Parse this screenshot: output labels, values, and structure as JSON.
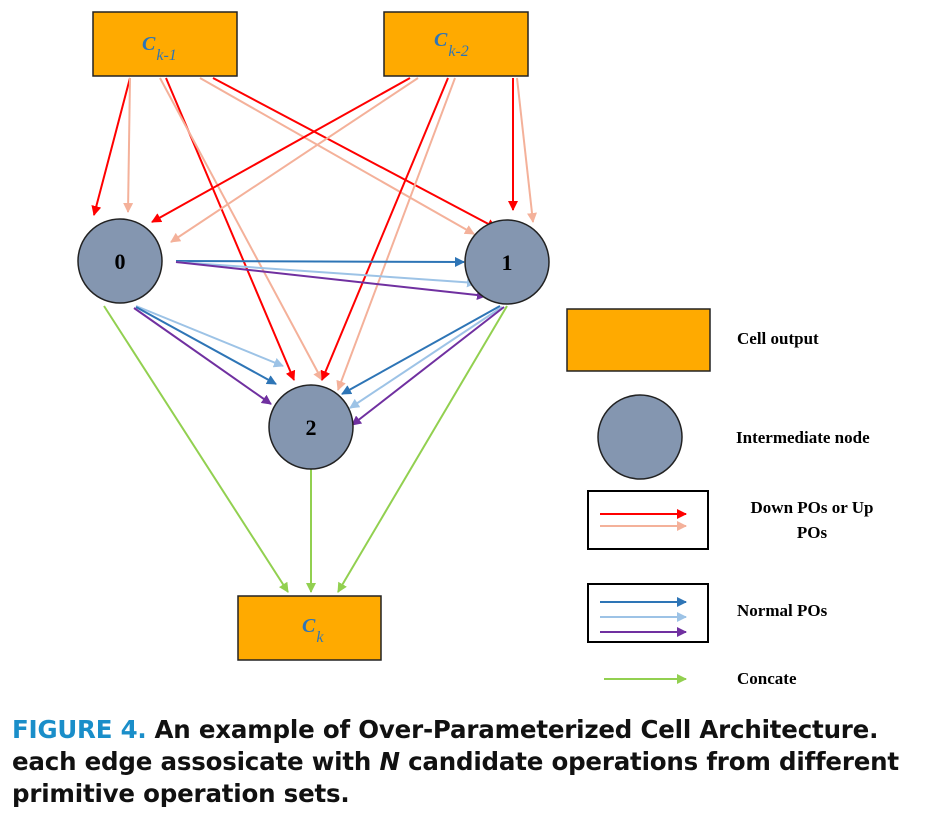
{
  "nodes": {
    "ck1": {
      "base": "C",
      "sub": "k-1"
    },
    "ck2": {
      "base": "C",
      "sub": "k-2"
    },
    "n0": "0",
    "n1": "1",
    "n2": "2",
    "ck": {
      "base": "C",
      "sub": "k"
    }
  },
  "legend": {
    "cell_output": "Cell output",
    "intermediate_node": "Intermediate node",
    "down_up_line1": "Down POs or Up",
    "down_up_line2": "POs",
    "normal": "Normal POs",
    "concate": "Concate"
  },
  "caption": {
    "label": "FIGURE 4.",
    "text_part1": "An example of Over-Parameterized Cell Architecture. each edge assosicate with",
    "italic": "N",
    "text_part2": "candidate operations from different primitive operation sets."
  },
  "colors": {
    "cell_fill": "#FFAA00",
    "node_fill": "#8496B0",
    "red": "#FF0000",
    "salmon": "#F4B19A",
    "dark_blue": "#2E75B6",
    "light_blue": "#9DC3E6",
    "purple": "#7030A0",
    "green": "#92D050",
    "label_blue": "#2E75B6"
  }
}
